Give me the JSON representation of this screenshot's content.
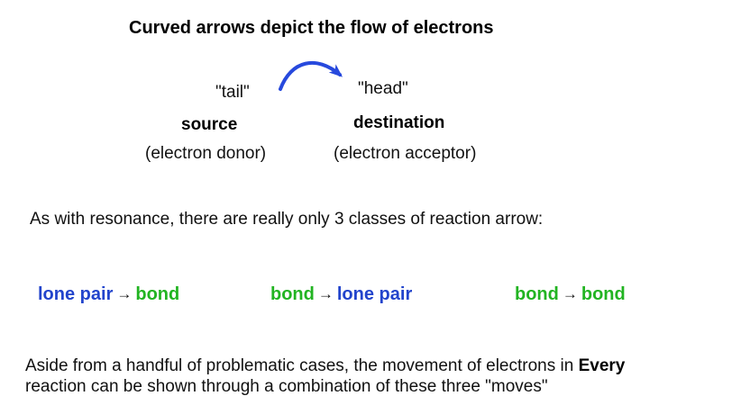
{
  "title": "Curved arrows depict the flow of electrons",
  "colors": {
    "blue": "#2244cc",
    "green": "#22b422",
    "arrow_blue": "#2749dd",
    "text": "#111111"
  },
  "diagram": {
    "curved_arrow_icon": "curved-arrow-icon",
    "tail_label": "\"tail\"",
    "head_label": "\"head\"",
    "source_label": "source",
    "destination_label": "destination",
    "donor_label": "(electron donor)",
    "acceptor_label": "(electron acceptor)"
  },
  "classes_intro": "As with resonance, there are really only 3 classes of reaction arrow:",
  "arrow_classes": [
    {
      "from": "lone pair",
      "from_color": "blue",
      "separator": "→",
      "to": "bond",
      "to_color": "green"
    },
    {
      "from": "bond",
      "from_color": "green",
      "separator": "→",
      "to": "lone pair",
      "to_color": "blue"
    },
    {
      "from": "bond",
      "from_color": "green",
      "separator": "→",
      "to": "bond",
      "to_color": "green"
    }
  ],
  "footer": {
    "line1_prefix": "Aside from a handful of problematic cases, the movement of electrons in ",
    "line1_bold": "Every",
    "line2": "reaction can be shown through a combination of these three \"moves\""
  }
}
